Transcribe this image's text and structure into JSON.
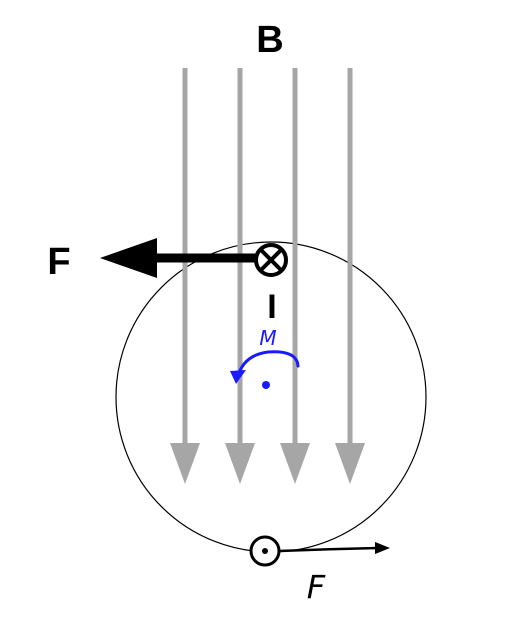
{
  "labels": {
    "field": "B",
    "force_top": "F",
    "current": "I",
    "force_bottom": "F",
    "moment": "M"
  },
  "colors": {
    "field_lines": "#a6a6a6",
    "ink": "#000000",
    "annotation": "#1a1aff"
  },
  "icons": {
    "into_page": "circle-cross-icon",
    "out_of_page": "circle-dot-icon"
  }
}
